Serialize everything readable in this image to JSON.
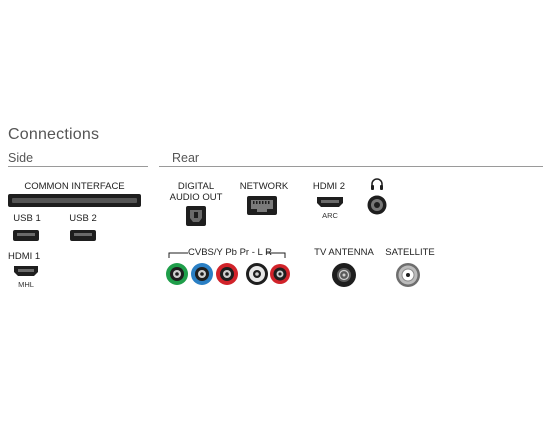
{
  "title": "Connections",
  "side": {
    "heading": "Side",
    "common_interface": "COMMON INTERFACE",
    "usb1": "USB 1",
    "usb2": "USB 2",
    "hdmi1": "HDMI 1",
    "hdmi1_sub": "MHL"
  },
  "rear": {
    "heading": "Rear",
    "digital_audio_out": [
      "DIGITAL",
      "AUDIO OUT"
    ],
    "network": "NETWORK",
    "hdmi2": "HDMI 2",
    "hdmi2_sub": "ARC",
    "headphone_icon": "headphone-icon",
    "cvbs": "CVBS/Y Pb Pr - L R",
    "tv_antenna": "TV ANTENNA",
    "satellite": "SATELLITE"
  },
  "colors": {
    "green": "#1f9e4a",
    "blue": "#2a7fc4",
    "red": "#d1232a",
    "white": "#e8e8e8",
    "port_dark": "#1e1e1e"
  }
}
